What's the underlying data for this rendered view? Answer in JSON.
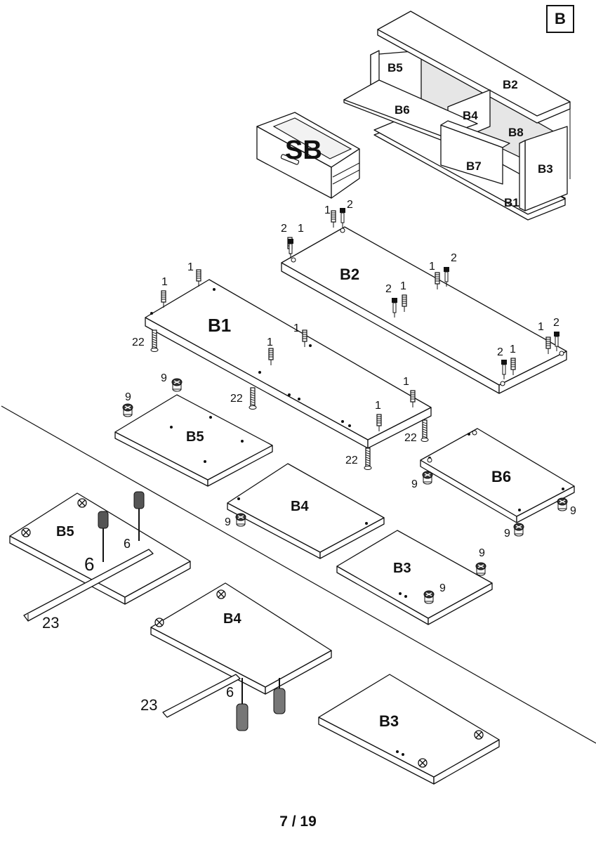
{
  "section_badge": "B",
  "page_number": "7 / 19",
  "drawer_label": "SB",
  "cabinet_labels": {
    "b1": "B1",
    "b2": "B2",
    "b3": "B3",
    "b4": "B4",
    "b5": "B5",
    "b6": "B6",
    "b7": "B7",
    "b8": "B8"
  },
  "panel_labels": {
    "b2": "B2",
    "b1": "B1",
    "b5_top": "B5",
    "b6": "B6",
    "b4_mid": "B4",
    "b3_mid": "B3",
    "b5_low": "B5",
    "b4_low": "B4",
    "b3_low": "B3"
  },
  "hardware_numbers": {
    "dowel": "1",
    "cam_bolt": "2",
    "cam_lock": "9",
    "screw_22": "22",
    "screw_6": "6",
    "rail": "23"
  }
}
